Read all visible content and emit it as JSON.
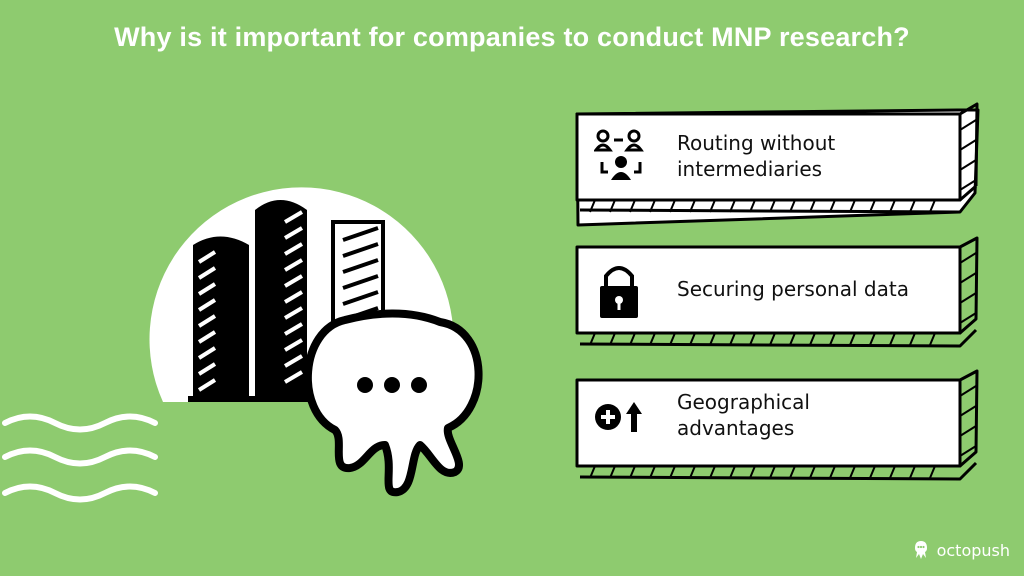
{
  "title": "Why is it important for companies to conduct MNP research?",
  "cards": [
    {
      "label_line1": "Routing without",
      "label_line2": "intermediaries",
      "icon": "people-routing-icon"
    },
    {
      "label_line1": "Securing personal data",
      "icon": "padlock-icon"
    },
    {
      "label_line1": "Geographical",
      "label_line2": "advantages",
      "icon": "plus-arrow-up-icon"
    }
  ],
  "brand": {
    "name": "octopush",
    "icon": "octopus-logo-icon"
  },
  "colors": {
    "background": "#8ecb6f",
    "card": "#ffffff",
    "ink": "#111111"
  }
}
